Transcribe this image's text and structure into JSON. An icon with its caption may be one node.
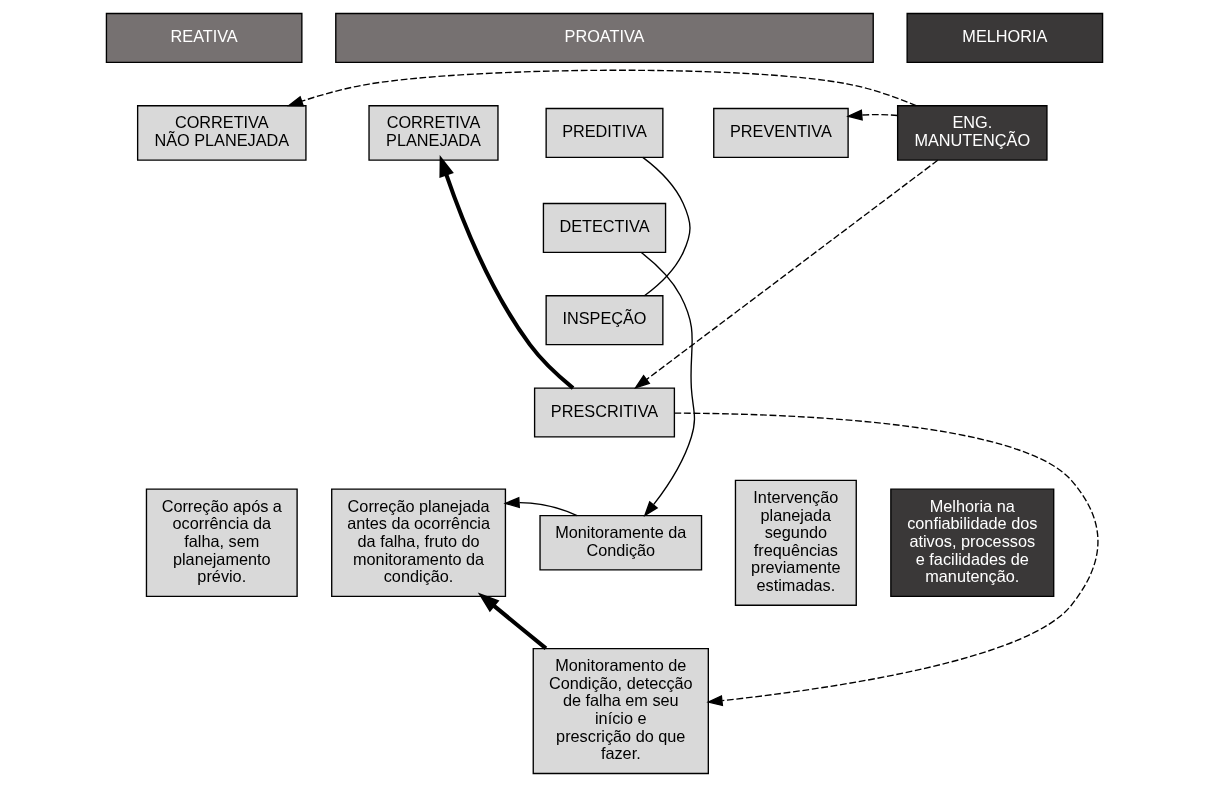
{
  "diagram": {
    "nodes": [
      {
        "text": [
          "REATIVA"
        ]
      },
      {
        "text": [
          "PROATIVA"
        ]
      },
      {
        "text": [
          "MELHORIA"
        ]
      },
      {
        "text": [
          "CORRETIVA",
          "NÃO PLANEJADA"
        ]
      },
      {
        "text": [
          "CORRETIVA",
          "PLANEJADA"
        ]
      },
      {
        "text": [
          "PREDITIVA"
        ]
      },
      {
        "text": [
          "DETECTIVA"
        ]
      },
      {
        "text": [
          "INSPEÇÃO"
        ]
      },
      {
        "text": [
          "PRESCRITIVA"
        ]
      },
      {
        "text": [
          "PREVENTIVA"
        ]
      },
      {
        "text": [
          "ENG. MANUTENÇÃO"
        ]
      },
      {
        "text": [
          "Correção após a ocorrência da falha, sem planejamento prévio."
        ]
      },
      {
        "text": [
          "Correção planejada antes da ocorrência da falha, fruto do monitoramento da condição."
        ]
      },
      {
        "text": [
          "Monitoramente da Condição"
        ]
      },
      {
        "text": [
          "Intervenção planejada segundo frequências previamente estimadas."
        ]
      },
      {
        "text": [
          "Melhoria na confiabilidade dos ativos, processos e facilidades de manutenção."
        ]
      },
      {
        "text": [
          "Monitoramento de Condição, detecção de falha em seu início e prescrição do que fazer."
        ]
      }
    ],
    "edges": [
      {
        "from": 5,
        "to": 7,
        "arrow": "none"
      },
      {
        "from": 6,
        "to": 13,
        "arrow": "to"
      },
      {
        "from": 8,
        "to": 4,
        "arrow": "to",
        "style": "thick"
      },
      {
        "from": 8,
        "to": 16,
        "arrow": "to",
        "style": "dashed"
      },
      {
        "from": 13,
        "to": 12,
        "arrow": "to"
      },
      {
        "from": 16,
        "to": 12,
        "arrow": "to",
        "style": "thick"
      },
      {
        "from": 10,
        "to": 3,
        "arrow": "to",
        "style": "dashed"
      },
      {
        "from": 10,
        "to": 8,
        "arrow": "to",
        "style": "dashed"
      },
      {
        "from": 10,
        "to": 9,
        "arrow": "to",
        "style": "dashed"
      }
    ]
  }
}
